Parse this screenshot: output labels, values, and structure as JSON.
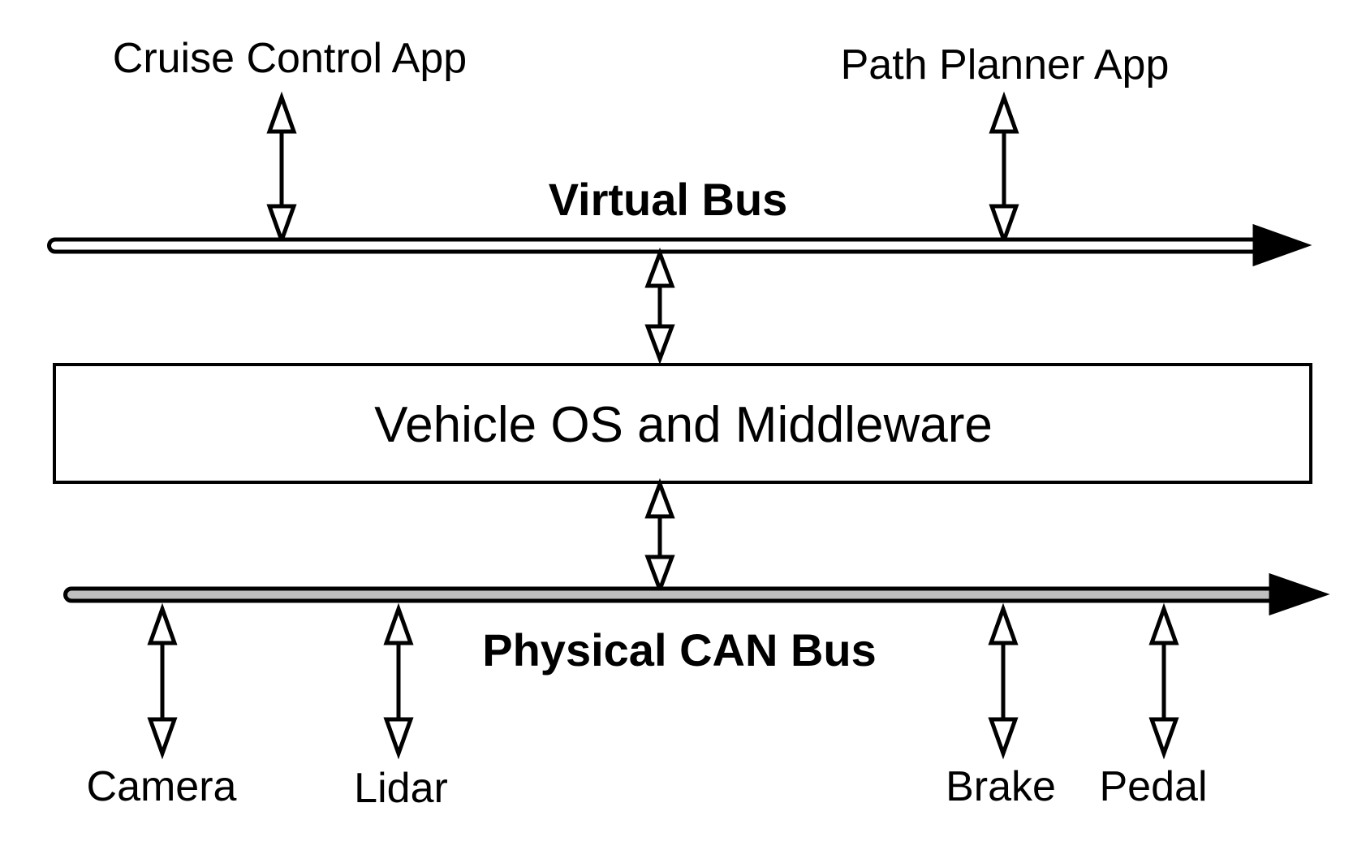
{
  "diagram": {
    "apps": {
      "cruise_control": "Cruise Control App",
      "path_planner": "Path Planner App"
    },
    "virtual_bus": {
      "label": "Virtual Bus",
      "fill_color": "#ffffff"
    },
    "middleware": {
      "label": "Vehicle OS and Middleware"
    },
    "physical_bus": {
      "label": "Physical CAN Bus",
      "fill_color": "#bfbfbf"
    },
    "devices": {
      "camera": "Camera",
      "lidar": "Lidar",
      "brake": "Brake",
      "pedal": "Pedal"
    },
    "stroke_color": "#000000"
  }
}
